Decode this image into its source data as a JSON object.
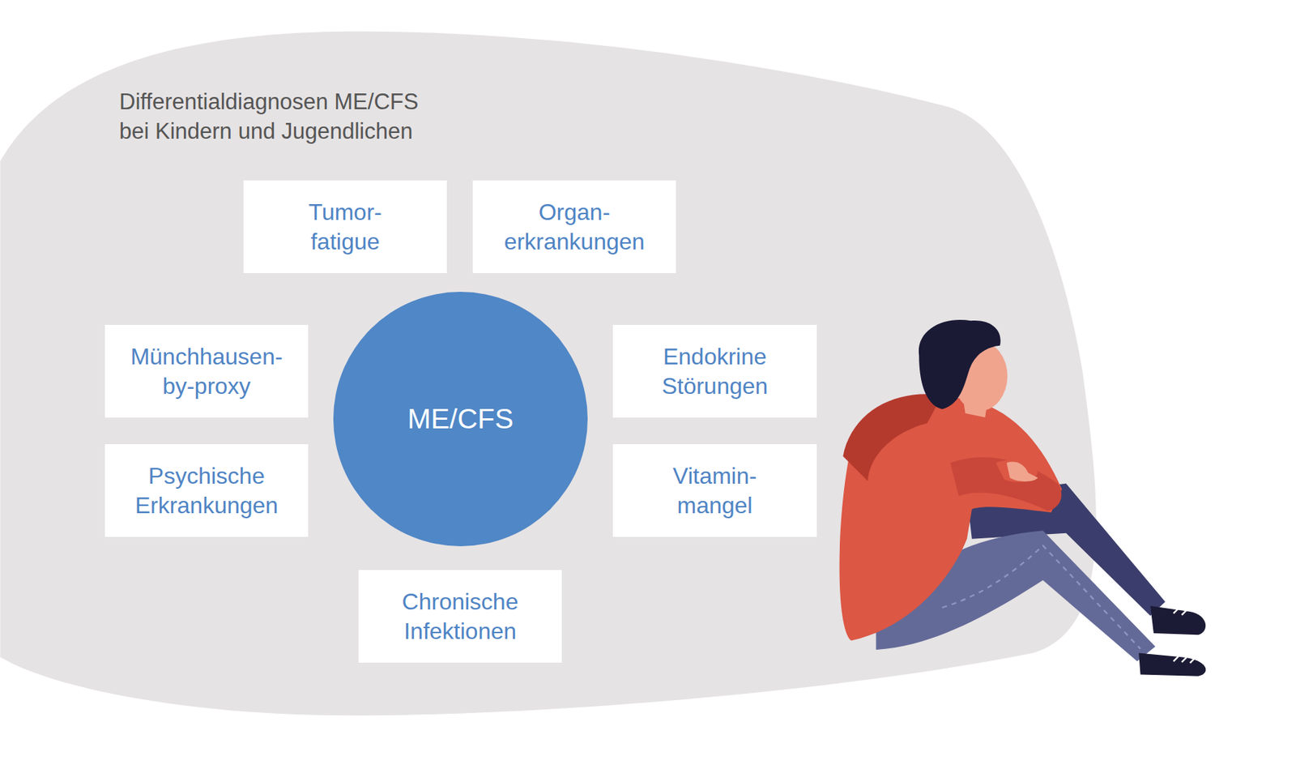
{
  "diagram": {
    "title": "Differentialdiagnosen ME/CFS bei Kindern und Jugendlichen",
    "nodes": [
      {
        "text": [
          "Tumor- fatigue"
        ]
      },
      {
        "text": [
          "Organ- erkrankungen"
        ]
      },
      {
        "text": [
          "Münchhausen- by-proxy"
        ]
      },
      {
        "text": [
          "ME/CFS"
        ]
      },
      {
        "text": [
          "Endokrine Störungen"
        ]
      },
      {
        "text": [
          "Psychische Erkrankungen"
        ]
      },
      {
        "text": [
          "Vitamin- mangel"
        ]
      },
      {
        "text": [
          "Chronische Infektionen"
        ]
      }
    ]
  }
}
